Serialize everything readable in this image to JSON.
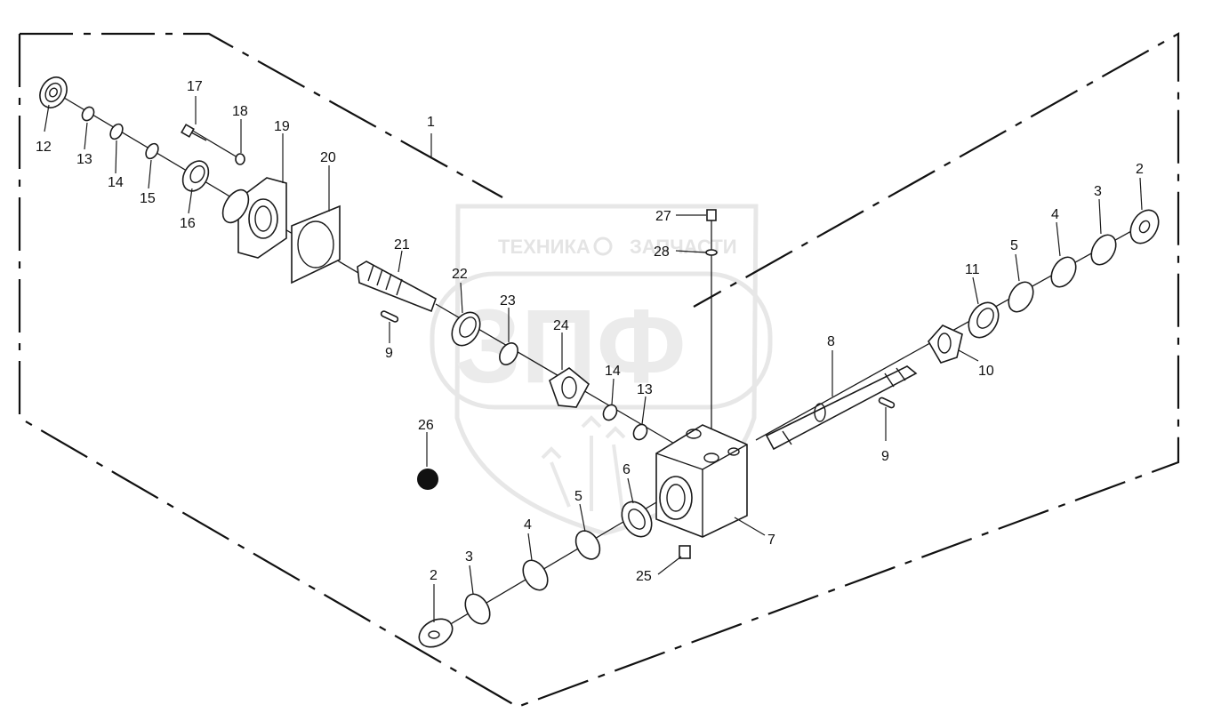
{
  "watermark": {
    "left_text": "ТЕХНИКА",
    "right_text": "ЗАПЧАСТИ",
    "logo_text": "ЗПФ",
    "color": "#d9d9d9"
  },
  "colors": {
    "line": "#1a1a1a",
    "background": "#ffffff"
  },
  "callouts": [
    {
      "id": "c1",
      "text": "1"
    },
    {
      "id": "c2a",
      "text": "2"
    },
    {
      "id": "c2b",
      "text": "2"
    },
    {
      "id": "c3a",
      "text": "3"
    },
    {
      "id": "c3b",
      "text": "3"
    },
    {
      "id": "c4a",
      "text": "4"
    },
    {
      "id": "c4b",
      "text": "4"
    },
    {
      "id": "c5a",
      "text": "5"
    },
    {
      "id": "c5b",
      "text": "5"
    },
    {
      "id": "c6",
      "text": "6"
    },
    {
      "id": "c7",
      "text": "7"
    },
    {
      "id": "c8",
      "text": "8"
    },
    {
      "id": "c9a",
      "text": "9"
    },
    {
      "id": "c9b",
      "text": "9"
    },
    {
      "id": "c10",
      "text": "10"
    },
    {
      "id": "c11",
      "text": "11"
    },
    {
      "id": "c12",
      "text": "12"
    },
    {
      "id": "c13a",
      "text": "13"
    },
    {
      "id": "c13b",
      "text": "13"
    },
    {
      "id": "c14a",
      "text": "14"
    },
    {
      "id": "c14b",
      "text": "14"
    },
    {
      "id": "c15",
      "text": "15"
    },
    {
      "id": "c16",
      "text": "16"
    },
    {
      "id": "c17",
      "text": "17"
    },
    {
      "id": "c18",
      "text": "18"
    },
    {
      "id": "c19",
      "text": "19"
    },
    {
      "id": "c20",
      "text": "20"
    },
    {
      "id": "c21",
      "text": "21"
    },
    {
      "id": "c22",
      "text": "22"
    },
    {
      "id": "c23",
      "text": "23"
    },
    {
      "id": "c24",
      "text": "24"
    },
    {
      "id": "c25",
      "text": "25"
    },
    {
      "id": "c26",
      "text": "26"
    },
    {
      "id": "c27",
      "text": "27"
    },
    {
      "id": "c28",
      "text": "28"
    }
  ]
}
